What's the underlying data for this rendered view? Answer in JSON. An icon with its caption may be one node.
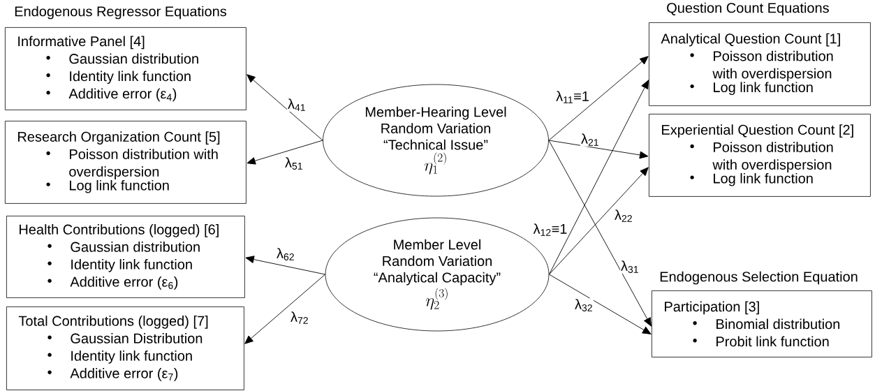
{
  "diagram": {
    "nodes": [
      {
        "text": [
          "Informative Panel [4]",
          "Gaussian distribution",
          "Identity link function",
          "Additive error (ε$_{4}$)"
        ]
      },
      {
        "text": [
          "Research Organization Count [5]",
          "Poisson distribution with overdispersion",
          "Log link function"
        ]
      },
      {
        "text": [
          "Health Contributions (logged) [6]",
          "Gaussian distribution",
          "Identity link function",
          "Additive error (ε$_{6}$)"
        ]
      },
      {
        "text": [
          "Total Contributions (logged) [7]",
          "Gaussian Distribution",
          "Identity link function",
          "Additive error (ε$_{7}$)"
        ]
      },
      {
        "text": [
          "Member-Hearing Level Random Variation “Technical Issue”",
          "\\eta_{1}^{(2)}"
        ]
      },
      {
        "text": [
          "Member Level Random Variation “Analytical Capacity”",
          "\\eta_{2}^{(3)}"
        ]
      },
      {
        "text": [
          "Analytical Question Count [1]",
          "Poisson distribution with overdispersion",
          "Log link function"
        ]
      },
      {
        "text": [
          "Experiential Question Count [2]",
          "Poisson distribution with overdispersion",
          "Log link function"
        ]
      },
      {
        "text": [
          "Participation [3]",
          "Binomial distribution",
          "Probit link function"
        ]
      }
    ],
    "edges": [
      {
        "from": 4,
        "to": 0,
        "arrow": "to",
        "label": "λ$_{41}$"
      },
      {
        "from": 4,
        "to": 1,
        "arrow": "to",
        "label": "λ$_{51}$"
      },
      {
        "from": 5,
        "to": 2,
        "arrow": "to",
        "label": "λ$_{62}$"
      },
      {
        "from": 5,
        "to": 3,
        "arrow": "to",
        "label": "λ$_{72}$"
      },
      {
        "from": 4,
        "to": 6,
        "arrow": "to",
        "label": "λ$_{11}$≡1"
      },
      {
        "from": 4,
        "to": 7,
        "arrow": "to",
        "label": "λ$_{21}$"
      },
      {
        "from": 4,
        "to": 8,
        "arrow": "to",
        "label": "λ$_{31}$"
      },
      {
        "from": 5,
        "to": 6,
        "arrow": "to",
        "label": "λ$_{12}$≡1"
      },
      {
        "from": 5,
        "to": 7,
        "arrow": "to",
        "label": "λ$_{22}$"
      },
      {
        "from": 5,
        "to": 8,
        "arrow": "to",
        "label": "λ$_{32}$"
      }
    ],
    "labels": [
      "Endogenous Regressor Equations",
      "Question Count Equations",
      "Endogenous Selection Equation"
    ]
  }
}
